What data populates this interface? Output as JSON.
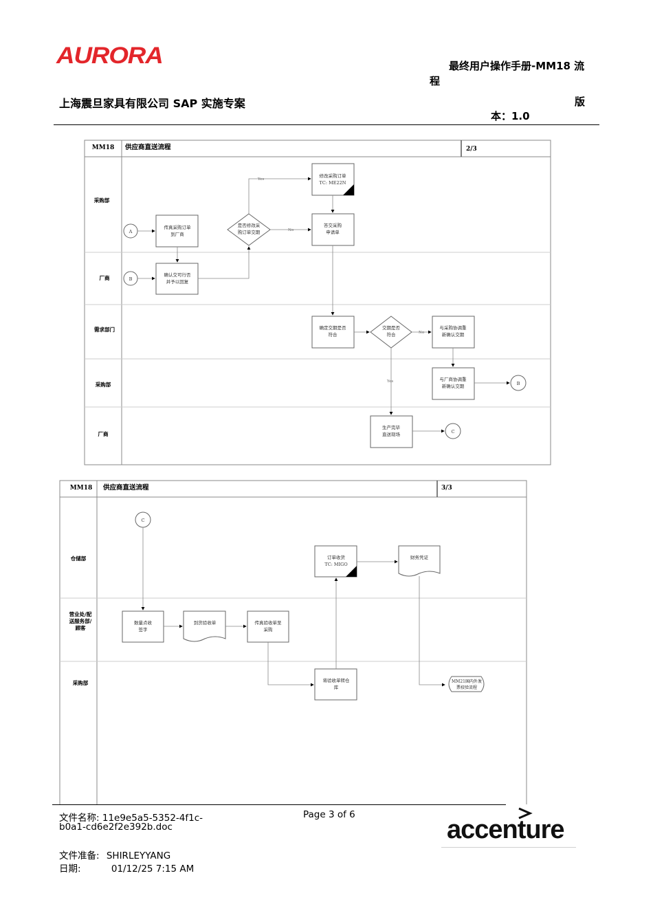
{
  "header": {
    "logo_text": "AURORA",
    "doc_title_line1": "最终用户操作手册-MM18 流",
    "doc_title_line2": "程",
    "company": "上海震旦家具有限公司 SAP 实施专案",
    "version_line1": "版",
    "version_line2": "本：1.0"
  },
  "diagram1": {
    "code": "MM18",
    "title": "供应商直送流程",
    "page": "2/3",
    "lanes": [
      "采购部",
      "厂商",
      "需求部门",
      "采购部",
      "厂商"
    ],
    "nodes": {
      "conn_a": "A",
      "conn_b": "B",
      "fax_po_1": "传真采购订单",
      "fax_po_2": "到厂商",
      "confirm_1": "确认交可行否",
      "confirm_2": "并予以回复",
      "change_q_1": "是否修改采",
      "change_q_2": "购订单交期",
      "modify_po_1": "修改采购订单",
      "modify_po_2": "TC: ME22N",
      "sign_1": "答交采购",
      "sign_2": "申请单",
      "check_date_1": "确定交期是否",
      "check_date_2": "符合",
      "date_ok_1": "交期是否",
      "date_ok_2": "符合",
      "coord_buyer_1": "与采购协调重",
      "coord_buyer_2": "新确认交期",
      "coord_vendor_1": "与厂商协调重",
      "coord_vendor_2": "新确认交期",
      "conn_b_out": "B",
      "produce_1": "生产完毕",
      "produce_2": "直送现场",
      "conn_c_out": "C",
      "yes": "Yes",
      "no": "No"
    }
  },
  "diagram2": {
    "code": "MM18",
    "title": "供应商直送流程",
    "page": "3/3",
    "lanes": [
      "仓储部",
      "营业处/配",
      "送服务部/",
      "顾客",
      "采购部"
    ],
    "nodes": {
      "conn_c": "C",
      "gr_1": "订单收货",
      "gr_2": "TC: MIGO",
      "fin_doc": "财务凭证",
      "count_1": "数量点收",
      "count_2": "签字",
      "receipt_doc": "到货验收单",
      "fax_receipt_1": "传真验收单至",
      "fax_receipt_2": "采购",
      "send_wh_1": "将验收单转仓",
      "send_wh_2": "库",
      "mm21_1": "MM21国内外发",
      "mm21_2": "票校验流程"
    }
  },
  "footer": {
    "file_label": "文件名称:",
    "file_name_1": "11e9e5a5-5352-4f1c-",
    "file_name_2": "b0a1-cd6e2f2e392b.doc",
    "page_text": "Page 3 of 6",
    "prep_label": "文件准备:",
    "prep_name": "SHIRLEYYANG",
    "date_label": "日期:",
    "date_value": "01/12/25 7:15 AM",
    "brand": "accenture"
  },
  "colors": {
    "logo": "#e3262b",
    "lines": "#000000"
  }
}
